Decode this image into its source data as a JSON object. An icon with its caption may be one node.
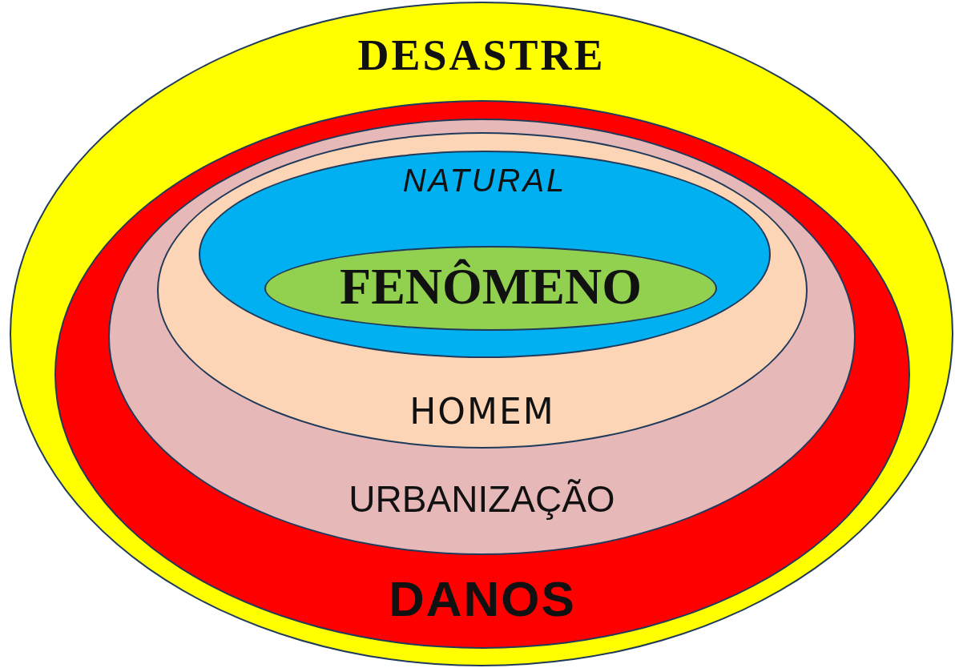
{
  "diagram": {
    "nodes": [
      {
        "text": [
          "DESASTRE"
        ]
      },
      {
        "text": [
          "DANOS"
        ],
        "in": 0
      },
      {
        "text": [
          "URBANIZAÇÃO"
        ],
        "in": 1
      },
      {
        "text": [
          "HOMEM"
        ],
        "in": 2
      },
      {
        "text": [
          "NATURAL"
        ],
        "in": 3
      },
      {
        "text": [
          "FENÔMENO"
        ],
        "in": 4
      }
    ]
  }
}
